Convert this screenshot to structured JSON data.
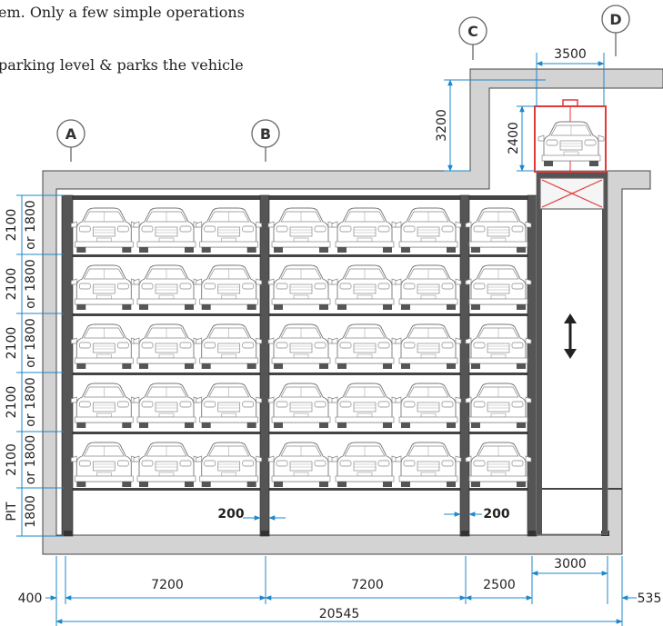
{
  "intro": {
    "line1": "em. Only a few simple operations",
    "line2": "parking level & parks the vehicle"
  },
  "gridlines": {
    "a": "A",
    "b": "B",
    "c": "C",
    "d": "D"
  },
  "levels": [
    {
      "height": "2100",
      "alt": "or 1800"
    },
    {
      "height": "2100",
      "alt": "or 1800"
    },
    {
      "height": "2100",
      "alt": "or 1800"
    },
    {
      "height": "2100",
      "alt": "or 1800"
    },
    {
      "height": "2100",
      "alt": "or 1800"
    }
  ],
  "pit": {
    "label": "PIT",
    "height": "1800"
  },
  "top_dims": {
    "lift_width": "3500",
    "headroom": "3200",
    "car_height": "2400"
  },
  "column_dims": {
    "left": "200",
    "right": "200"
  },
  "bottom_dims": {
    "wall_left": "400",
    "bay_a": "7200",
    "bay_b": "7200",
    "bay_c": "2500",
    "shaft": "3000",
    "wall_right": "535",
    "total": "20545"
  },
  "bays_per_level": [
    3,
    3,
    1
  ],
  "colors": {
    "dimension": "#1e87c8",
    "lift": "#e03a3a",
    "concrete": "#d3d3d3",
    "steel": "#3a3a3a"
  }
}
